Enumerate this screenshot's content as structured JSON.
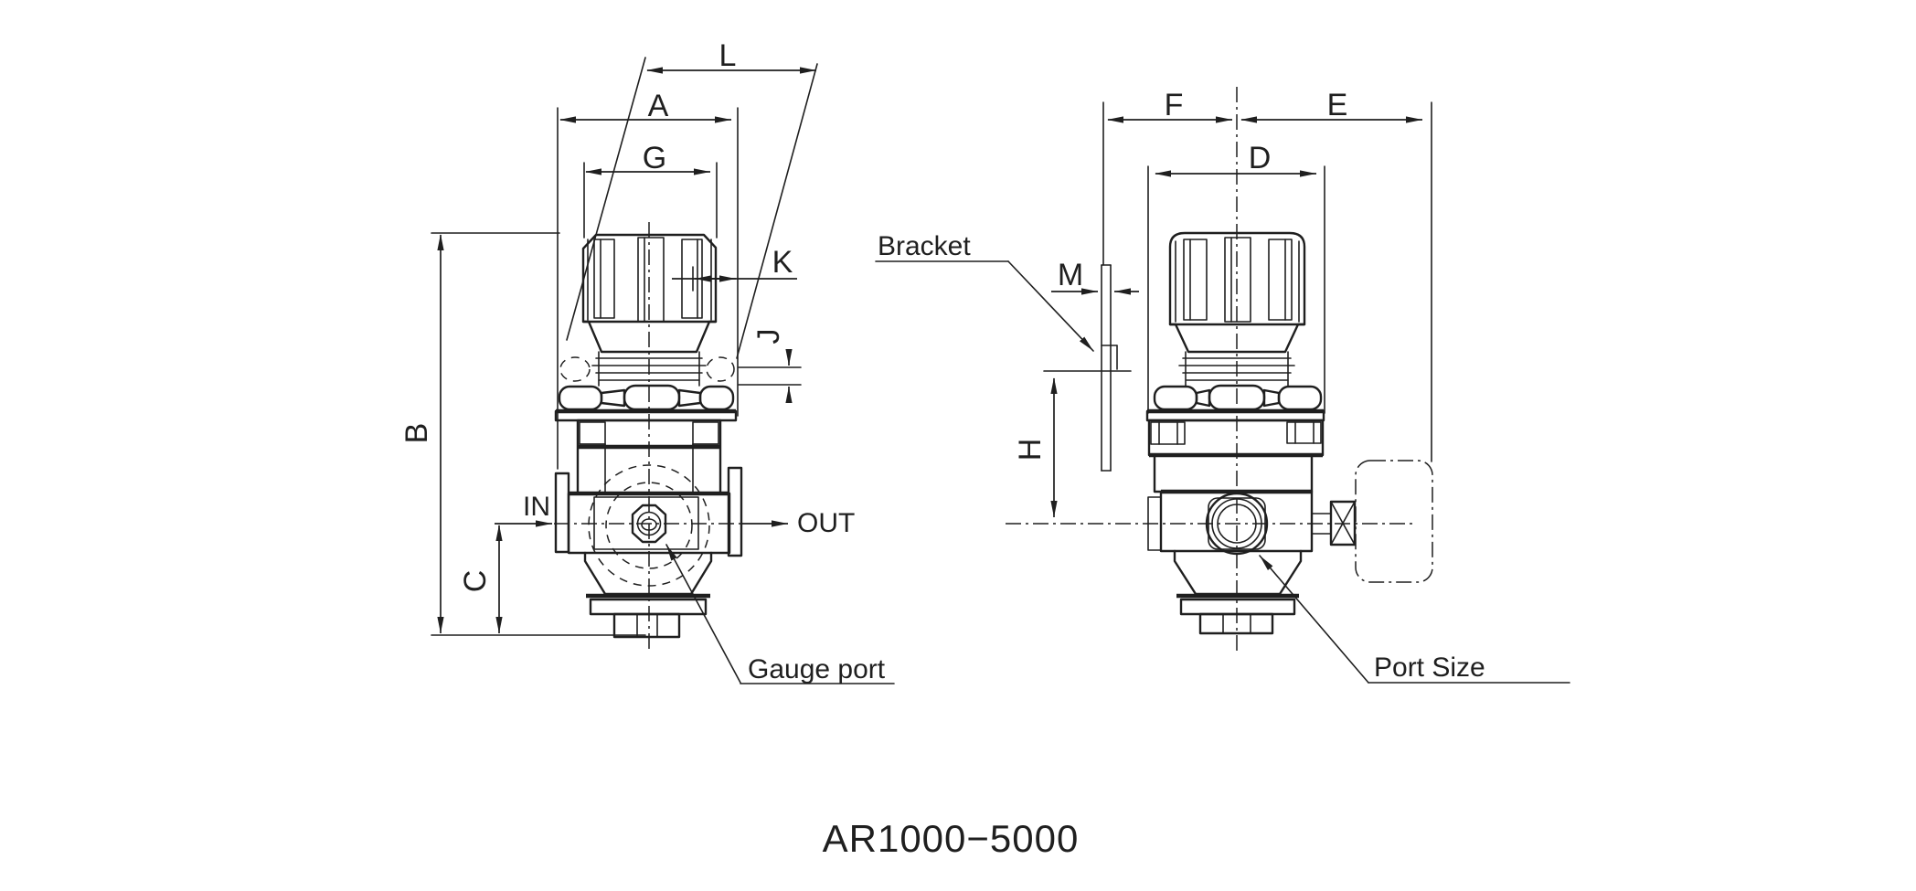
{
  "canvas": {
    "background": "#ffffff",
    "ink": "#1f1f1f"
  },
  "title": "AR1000−5000",
  "front_view": {
    "dim_labels": {
      "L": "L",
      "A": "A",
      "G": "G",
      "K": "K",
      "J": "J",
      "B": "B",
      "C": "C"
    },
    "flow_labels": {
      "in": "IN",
      "out": "OUT"
    },
    "callouts": {
      "gauge_port": "Gauge port"
    }
  },
  "side_view": {
    "dim_labels": {
      "F": "F",
      "E": "E",
      "D": "D",
      "H": "H",
      "M": "M"
    },
    "callouts": {
      "bracket": "Bracket",
      "port_size": "Port Size"
    }
  }
}
